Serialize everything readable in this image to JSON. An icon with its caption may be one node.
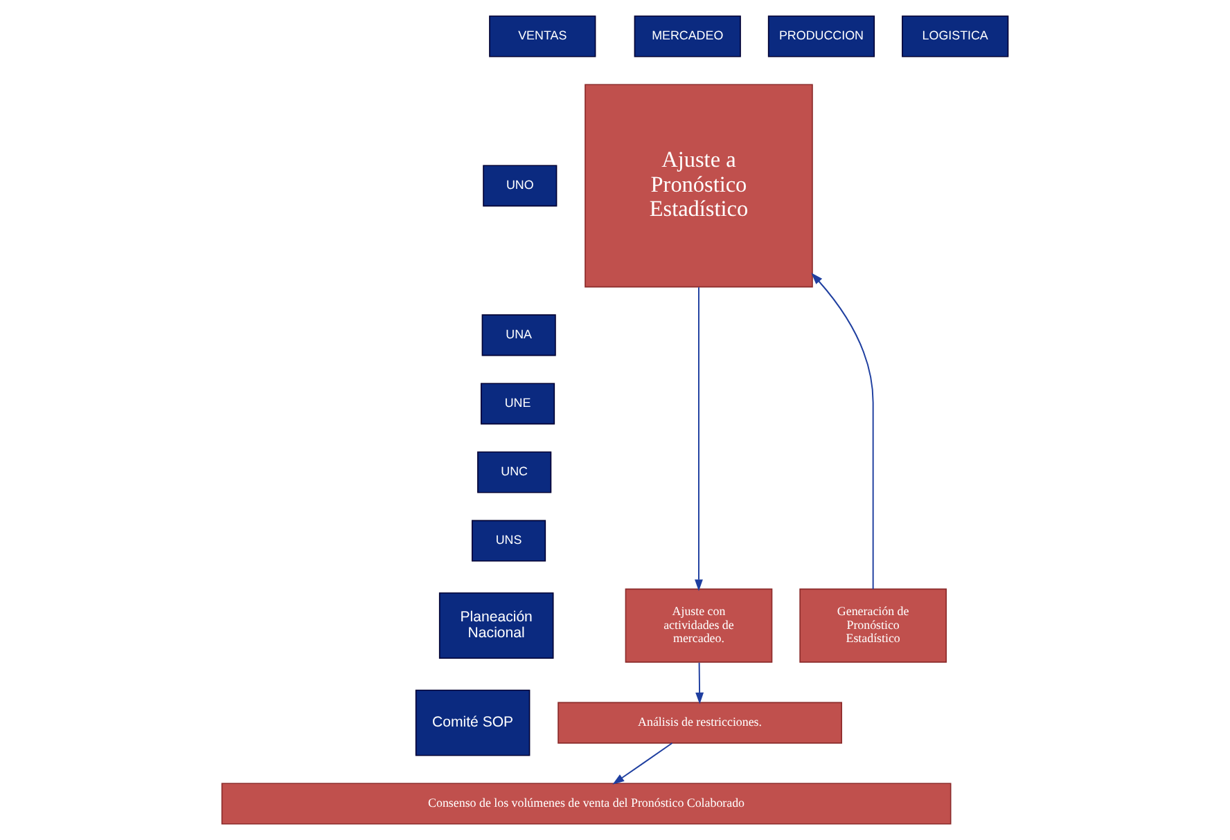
{
  "diagram": {
    "nodes": [
      {
        "text": [
          "VENTAS"
        ]
      },
      {
        "text": [
          "MERCADEO"
        ]
      },
      {
        "text": [
          "PRODUCCION"
        ]
      },
      {
        "text": [
          "LOGISTICA"
        ]
      },
      {
        "text": [
          "UNO"
        ]
      },
      {
        "text": [
          "UNA"
        ]
      },
      {
        "text": [
          "UNE"
        ]
      },
      {
        "text": [
          "UNC"
        ]
      },
      {
        "text": [
          "UNS"
        ]
      },
      {
        "text": [
          "Planeación Nacional"
        ]
      },
      {
        "text": [
          "Comité SOP"
        ]
      },
      {
        "text": [
          "Ajuste a Pronóstico Estadístico"
        ]
      },
      {
        "text": [
          "Generación de Pronóstico Estadístico"
        ]
      },
      {
        "text": [
          "Ajuste con actividades de mercadeo."
        ]
      },
      {
        "text": [
          "Análisis de restricciones."
        ]
      },
      {
        "text": [
          "Consenso de los volúmenes de venta del Pronóstico Colaborado"
        ]
      }
    ],
    "edges": [
      {
        "from": 12,
        "to": 11,
        "arrow": "to"
      },
      {
        "from": 11,
        "to": 13,
        "arrow": "to"
      },
      {
        "from": 13,
        "to": 14,
        "arrow": "to"
      },
      {
        "from": 14,
        "to": 15,
        "arrow": "to"
      }
    ]
  }
}
